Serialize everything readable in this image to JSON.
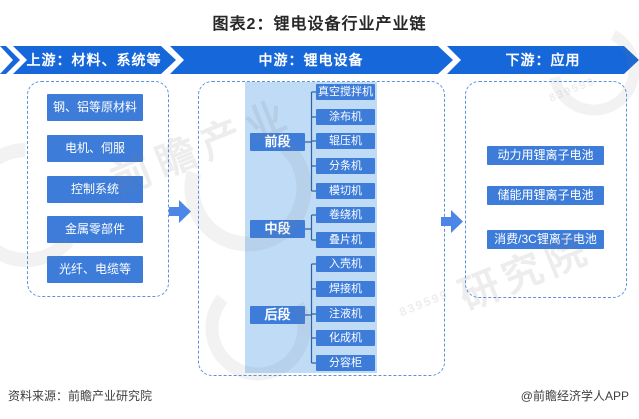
{
  "title": "图表2：锂电设备行业产业链",
  "banner": {
    "upstream_label": "上游：材料、系统等",
    "midstream_label": "中游：锂电设备",
    "downstream_label": "下游：应用"
  },
  "upstream": {
    "items": [
      "钢、铝等原材料",
      "电机、伺服",
      "控制系统",
      "金属零部件",
      "光纤、电缆等"
    ]
  },
  "midstream": {
    "stages": [
      {
        "label": "前段",
        "equipment": [
          "真空搅拌机",
          "涂布机",
          "辊压机",
          "分条机",
          "模切机"
        ]
      },
      {
        "label": "中段",
        "equipment": [
          "卷绕机",
          "叠片机"
        ]
      },
      {
        "label": "后段",
        "equipment": [
          "入壳机",
          "焊接机",
          "注液机",
          "化成机",
          "分容柜"
        ]
      }
    ]
  },
  "downstream": {
    "items": [
      "动力用锂离子电池",
      "储能用锂离子电池",
      "消费/3C锂离子电池"
    ]
  },
  "footer": {
    "source": "资料来源：前瞻产业研究院",
    "credit": "@前瞻经济学人APP"
  },
  "watermarks": {
    "brand_top": "前瞻产业",
    "brand_right": "研究院",
    "stock_code": "839599"
  },
  "colors": {
    "banner_blue": "#1667da",
    "node_blue": "#3e7cda",
    "stage_band_blue": "#bfdbf6",
    "dashed_border_blue": "#5b92dc",
    "connector_navy": "#33609f",
    "arrow_blue": "#4e86e8",
    "title_text": "#272727",
    "footer_text": "#3f3f3f"
  }
}
